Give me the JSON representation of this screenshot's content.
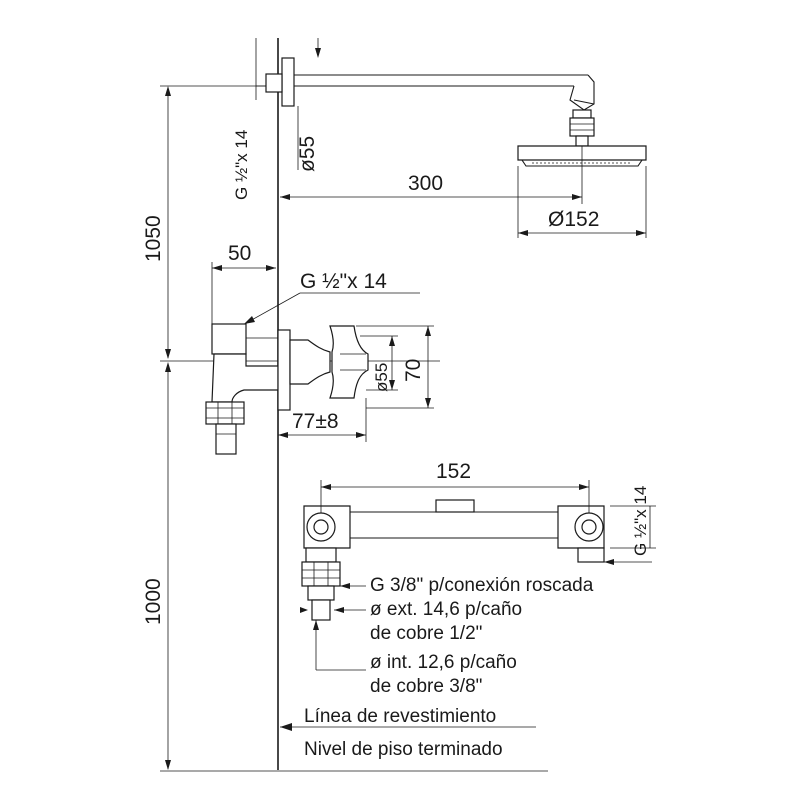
{
  "dimensions": {
    "total_upper": "1050",
    "total_lower": "1000",
    "arm_length": "300",
    "flange_diameter": "ø55",
    "head_diameter": "Ø152",
    "arm_thread": "G ½\"x 14",
    "valve_offset": "50",
    "valve_thread": "G ½\"x 14",
    "valve_flange": "ø55",
    "valve_height": "70",
    "valve_depth": "77±8",
    "mixer_width": "152",
    "mixer_thread": "G ½\"x 14"
  },
  "notes": {
    "thread_connection": "G 3/8\" p/conexión roscada",
    "ext_line1": "ø ext. 14,6 p/caño",
    "ext_line2": "de cobre 1/2\"",
    "int_line1": "ø int. 12,6 p/caño",
    "int_line2": "de cobre 3/8\"",
    "wall_line": "Línea de revestimiento",
    "floor_line": "Nivel de piso terminado"
  }
}
